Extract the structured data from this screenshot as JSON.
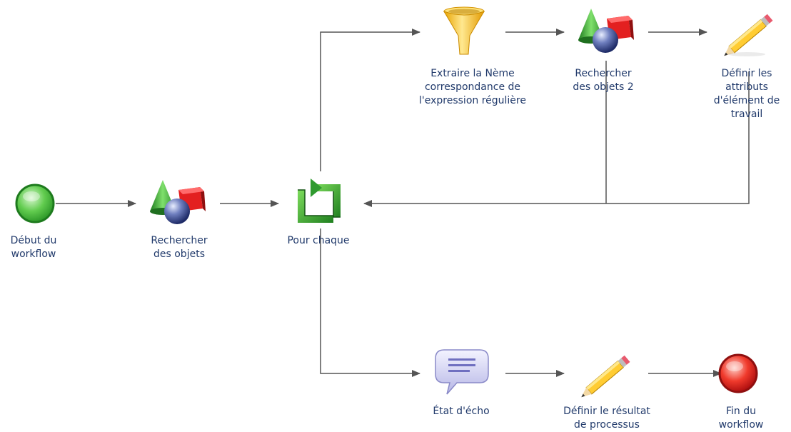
{
  "nodes": {
    "start": {
      "label": "Début du\nworkflow",
      "icon": "start-circle-icon"
    },
    "search1": {
      "label": "Rechercher\ndes objets",
      "icon": "shapes-icon"
    },
    "foreach": {
      "label": "Pour chaque",
      "icon": "loop-icon"
    },
    "regex": {
      "label": "Extraire la Nème\ncorrespondance de\nl'expression régulière",
      "icon": "funnel-icon"
    },
    "search2": {
      "label": "Rechercher\ndes objets 2",
      "icon": "shapes-icon"
    },
    "setattr": {
      "label": "Définir les\nattributs\nd'élément de\ntravail",
      "icon": "pencil-icon"
    },
    "echo": {
      "label": "État d'écho",
      "icon": "speech-bubble-icon"
    },
    "setresult": {
      "label": "Définir le résultat\nde processus",
      "icon": "pencil-icon"
    },
    "end": {
      "label": "Fin du\nworkflow",
      "icon": "end-circle-icon"
    }
  },
  "colors": {
    "connector": "#555555",
    "label_text": "#213a6b",
    "start_green": "#3fb33f",
    "end_red": "#d42020",
    "loop_green": "#2f9a2f"
  }
}
